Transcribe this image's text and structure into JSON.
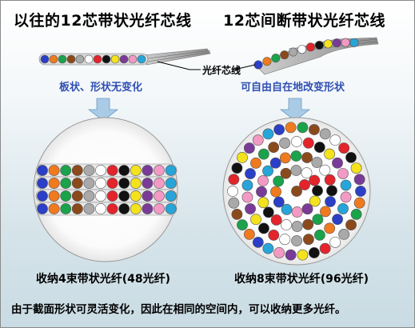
{
  "title_left": "以往的12芯带状光纤芯线",
  "title_right": "12芯间断带状光纤芯线",
  "fiber_label": "光纤芯线",
  "sub_left": "板状、形状无变化",
  "sub_right": "可自由自在地改变形状",
  "caption_left": "收纳4束带状光纤(48光纤)",
  "caption_right": "收纳8束带状光纤(96光纤)",
  "footer": "由于截面形状可灵活变化，因此在相同的空间内，可以收纳更多光纤。",
  "fiber_colors": [
    "#2b3fc7",
    "#f07a1e",
    "#1aa34a",
    "#8b4a1c",
    "#a9a9a9",
    "#ffffff",
    "#e3242b",
    "#111111",
    "#f4e21c",
    "#7a3a97",
    "#f29ac4",
    "#27a5d8"
  ],
  "arrow_color": "#a9cbe6",
  "accent_color": "#2f4fb2"
}
